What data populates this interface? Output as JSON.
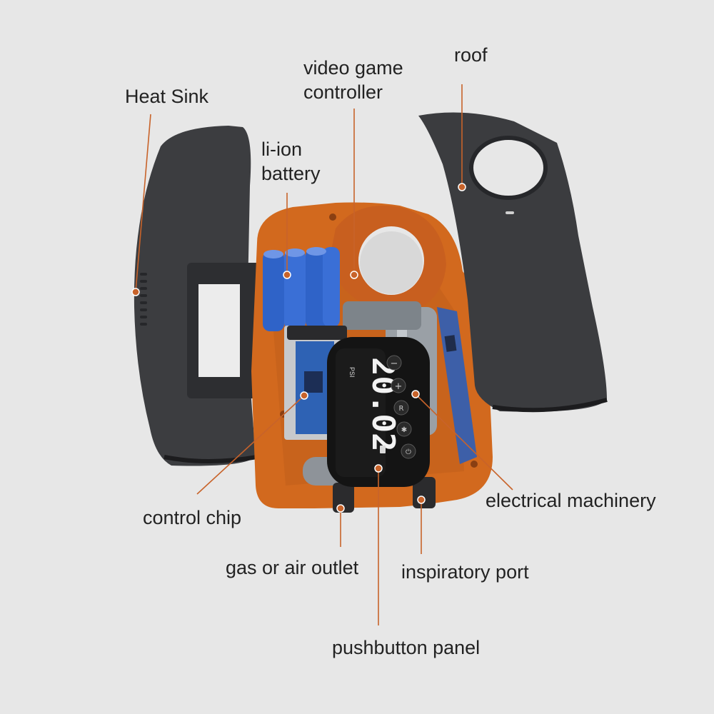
{
  "colors": {
    "background": "#e7e7e7",
    "accent": "#c8632a",
    "housing_orange": "#d2691e",
    "shell_dark": "#3b3c3f",
    "battery_blue": "#2f63c8",
    "display_black": "#141414"
  },
  "labels": {
    "heat_sink": "Heat Sink",
    "video_game_controller": "video game controller",
    "roof": "roof",
    "li_ion_battery": "li-ion battery",
    "control_chip": "control chip",
    "electrical_machinery": "electrical machinery",
    "gas_or_air_outlet": "gas or air outlet",
    "inspiratory_port": "inspiratory port",
    "pushbutton_panel": "pushbutton panel"
  },
  "display": {
    "reading": "20.02",
    "unit": "PSI"
  },
  "buttons": {
    "minus": "−",
    "plus": "+",
    "mode": "R",
    "light": "✱",
    "power": "⏻"
  }
}
